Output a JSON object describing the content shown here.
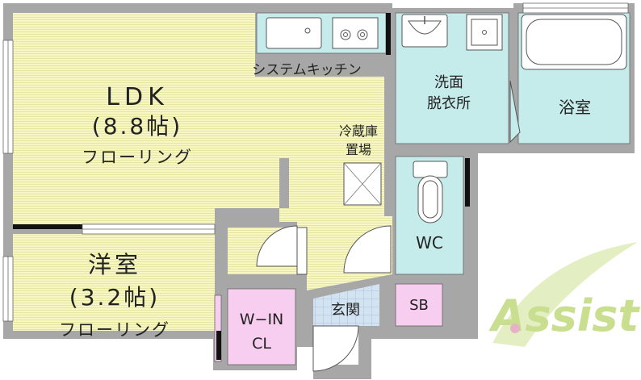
{
  "rooms": {
    "ldk": {
      "name": "LDK",
      "size": "(8.8帖)",
      "floor": "フローリング"
    },
    "western": {
      "name": "洋室",
      "size": "(3.2帖)",
      "floor": "フローリング"
    },
    "kitchen": {
      "label": "システムキッチン"
    },
    "fridge": {
      "line1": "冷蔵庫",
      "line2": "置場"
    },
    "washroom": {
      "line1": "洗面",
      "line2": "脱衣所"
    },
    "bathroom": {
      "label": "浴室"
    },
    "wc": {
      "label": "WC"
    },
    "closet": {
      "line1": "W−IN",
      "line2": "CL"
    },
    "entrance": {
      "label": "玄関"
    },
    "shoebox": {
      "label": "SB"
    }
  },
  "logo": {
    "text": "Assist"
  },
  "colors": {
    "wall": "#a7a7a7",
    "floor_wood": "#f7f7c4",
    "floor_line": "#e4e49c",
    "wet_area": "#c6ebeb",
    "closet": "#f7cdf0",
    "entrance_tile": "#d3e3f2",
    "logo_green": "#c9de8f"
  }
}
